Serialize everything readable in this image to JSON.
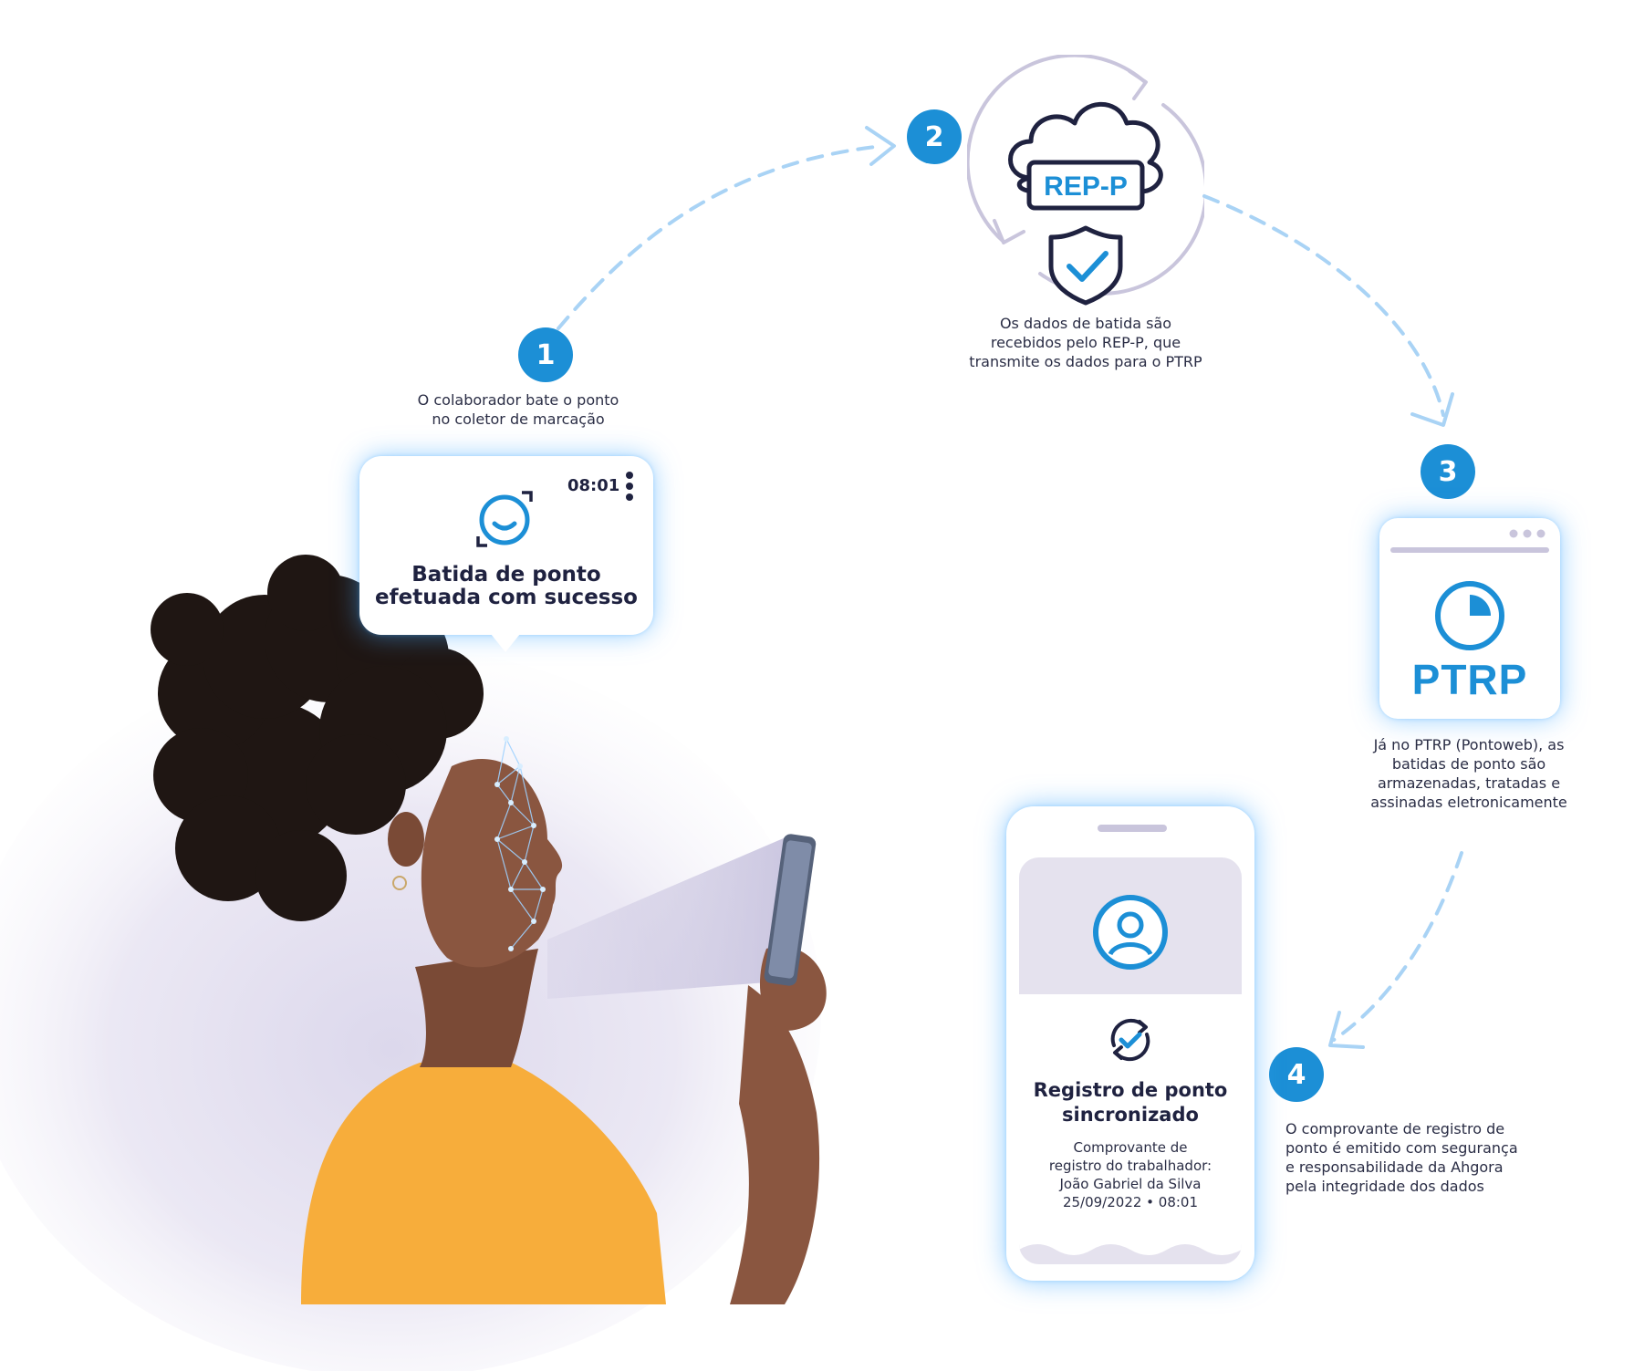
{
  "steps": [
    {
      "number": "1",
      "caption_line1": "O colaborador bate o ponto",
      "caption_line2": "no coletor de marcação"
    },
    {
      "number": "2",
      "caption_line1": "Os dados de batida são",
      "caption_line2": "recebidos pelo REP-P, que",
      "caption_line3": "transmite os dados para o PTRP"
    },
    {
      "number": "3",
      "caption_line1": "Já no PTRP (Pontoweb), as",
      "caption_line2": "batidas de ponto são",
      "caption_line3": "armazenadas, tratadas e",
      "caption_line4": "assinadas eletronicamente"
    },
    {
      "number": "4",
      "caption_line1": "O comprovante de registro de",
      "caption_line2": "ponto é emitido com segurança",
      "caption_line3": "e responsabilidade da Ahgora",
      "caption_line4": "pela integridade dos dados"
    }
  ],
  "collector_card": {
    "time": "08:01",
    "title_line1": "Batida de ponto",
    "title_line2": "efetuada com sucesso",
    "icons": [
      "face-scan-icon",
      "more-vertical-icon"
    ]
  },
  "rep_p": {
    "label": "REP-P",
    "icons": [
      "cloud-icon",
      "shield-check-icon",
      "cycle-arrows-icon"
    ]
  },
  "ptrp": {
    "label": "PTRP",
    "icons": [
      "window-dots-icon",
      "clock-quarter-icon"
    ]
  },
  "receipt_phone": {
    "title_line1": "Registro de ponto",
    "title_line2": "sincronizado",
    "line1": "Comprovante de",
    "line2": "registro do trabalhador:",
    "line3": "João Gabriel da Silva",
    "line4": "25/09/2022 • 08:01",
    "icons": [
      "user-avatar-icon",
      "sync-check-icon"
    ]
  },
  "colors": {
    "accent": "#1c8fd6",
    "text_dark": "#1f2240",
    "dashed_arrow": "#a9d3f5",
    "ring": "#c9c5dc",
    "glow": "#46aaff",
    "shirt": "#f7ad3b"
  }
}
